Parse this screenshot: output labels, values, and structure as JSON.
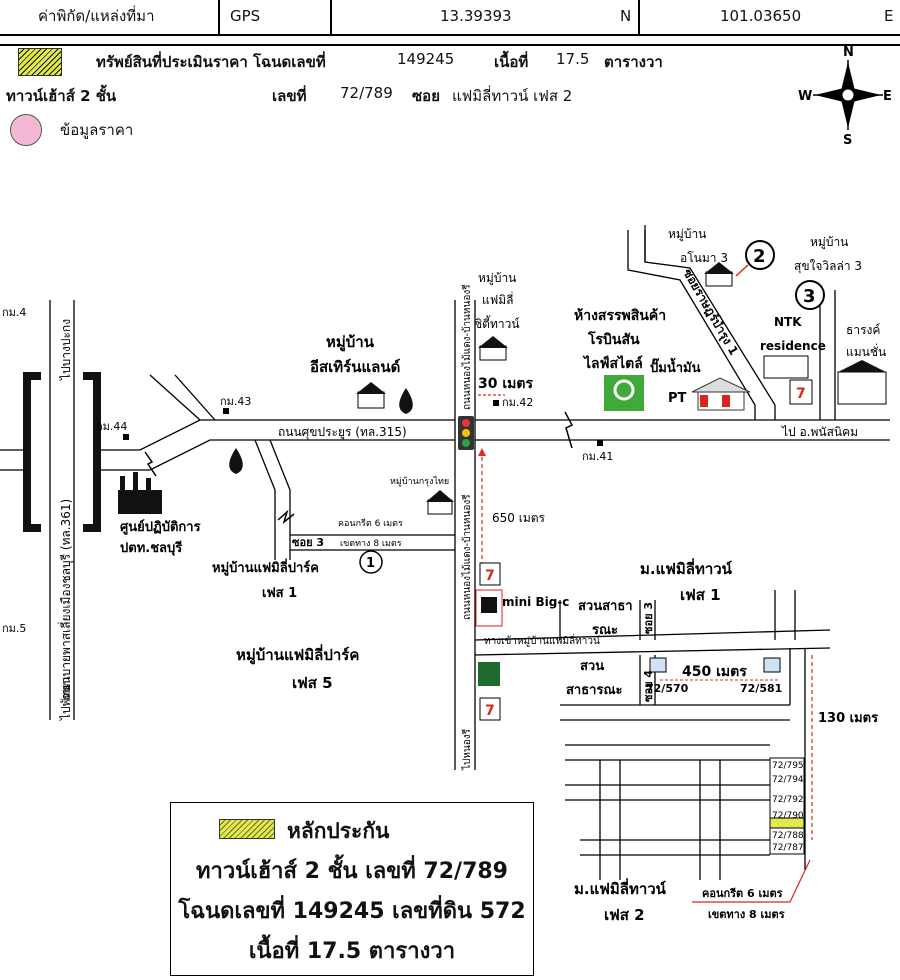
{
  "header": {
    "label": "ค่าพิกัด/แหล่งที่มา",
    "source": "GPS",
    "lat": "13.39393",
    "lat_dir": "N",
    "lon": "101.03650",
    "lon_dir": "E"
  },
  "info": {
    "subject_label": "ทรัพย์สินที่ประเมินราคา โฉนดเลขที่",
    "deed_no": "149245",
    "area_label": "เนื้อที่",
    "area_value": "17.5",
    "area_unit": "ตารางวา",
    "type": "ทาวน์เฮ้าส์ 2 ชั้น",
    "house_no_label": "เลขที่",
    "house_no": "72/789",
    "soi_label": "ซอย",
    "soi_value": "แฟมิลี่ทาวน์  เฟส 2",
    "price_info": "ข้อมูลราคา"
  },
  "compass": {
    "n": "N",
    "s": "S",
    "e": "E",
    "w": "W"
  },
  "colors": {
    "collateral": "#e2e94c",
    "price_marker": "#f4b8d4",
    "route": "#e0281e",
    "pin": "#d9261c"
  },
  "map": {
    "road_vertical": "ไปบางปะกง",
    "road_361": "ถนนบายพาสเลี่ยงเมืองชลบุรี (ทล.361)",
    "to_pattaya": "ไปพัทยา",
    "km4": "กม.4",
    "km5": "กม.5",
    "km44": "กม.44",
    "km43": "กม.43",
    "km42": "กม.42",
    "km41": "กม.41",
    "main_road": "ถนนศุขประยูร (ทล.315)",
    "to_phanat": "ไป อ.พนัสนิคม",
    "eastern_land_1": "หมู่บ้าน",
    "eastern_land_2": "อีสเทิร์นแลนด์",
    "center_1": "ศูนย์ปฏิบัติการ",
    "center_2": "ปตท.ชลบุรี",
    "fp1_1": "หมู่บ้านแฟมิลี่ปาร์ค",
    "fp1_2": "เฟส 1",
    "fp5_1": "หมู่บ้านแฟมิลี่ปาร์ค",
    "fp5_2": "เฟส 5",
    "soi3_left": "ซอย 3",
    "concrete_6": "คอนกรีต 6 เมตร",
    "boundary_8": "เขตทาง 8 เมตร",
    "krungthai": "หมู่บ้านกรุงไทย",
    "dist_650": "650 เมตร",
    "dist_30": "30 เมตร",
    "family_city_1": "หมู่บ้าน",
    "family_city_2": "แฟมิลี่",
    "family_city_3": "ซิตี้ทาวน์",
    "robinson_1": "ห้างสรรพสินค้า",
    "robinson_2": "โรบินสัน",
    "robinson_3": "ไลฟ์สไตล์",
    "gas": "ปั๊มน้ำมัน",
    "pt": "PT",
    "onoma_1": "หมู่บ้าน",
    "onoma_2": "อโนมา 3",
    "soi_rat": "ซอยราษฎร์บำรุง 1",
    "sukjai_1": "หมู่บ้าน",
    "sukjai_2": "สุขใจวิลล่า 3",
    "ntk_1": "NTK",
    "ntk_2": "residence",
    "tarang_1": "ธารงค์",
    "tarang_2": "แมนชั่น",
    "road_nongree_left": "ถนนหนองไม้แดง-บ้านหนองรี",
    "road_nongree_right": "ถนนหนองไม้แดง-บ้านหนองรี",
    "to_nongree": "ไปหนองรี",
    "minibigc": "mini Big-c",
    "entry_road": "ทางเข้าหมู่บ้านแฟมิลี่ทาวน์",
    "ft1_1": "ม.แฟมิลี่ทาวน์",
    "ft1_2": "เฟส 1",
    "park_1": "สวนสาธา",
    "park_2": "รณะ",
    "park_3": "สวน",
    "park_4": "สาธารณะ",
    "soi3": "ซอย 3",
    "soi4": "ซอย 4",
    "dist_450": "450 เมตร",
    "h72570": "72/570",
    "h72581": "72/581",
    "dist_130": "130 เมตร",
    "ft2_1": "ม.แฟมิลี่ทาวน์",
    "ft2_2": "เฟส 2",
    "concrete_6b": "คอนกรีต 6 เมตร",
    "boundary_8b": "เขตทาง 8 เมตร",
    "row_labels": [
      "72/795",
      "72/794",
      "72/792",
      "72/790",
      "72/788",
      "72/787"
    ],
    "num1": "1",
    "num2": "2",
    "num3": "3",
    "seven_eleven": "7"
  },
  "legend": {
    "title": "หลักประกัน",
    "line1": "ทาวน์เฮ้าส์ 2 ชั้น เลขที่ 72/789",
    "line2": "โฉนดเลขที่ 149245 เลขที่ดิน 572",
    "line3": "เนื้อที่ 17.5 ตารางวา"
  }
}
